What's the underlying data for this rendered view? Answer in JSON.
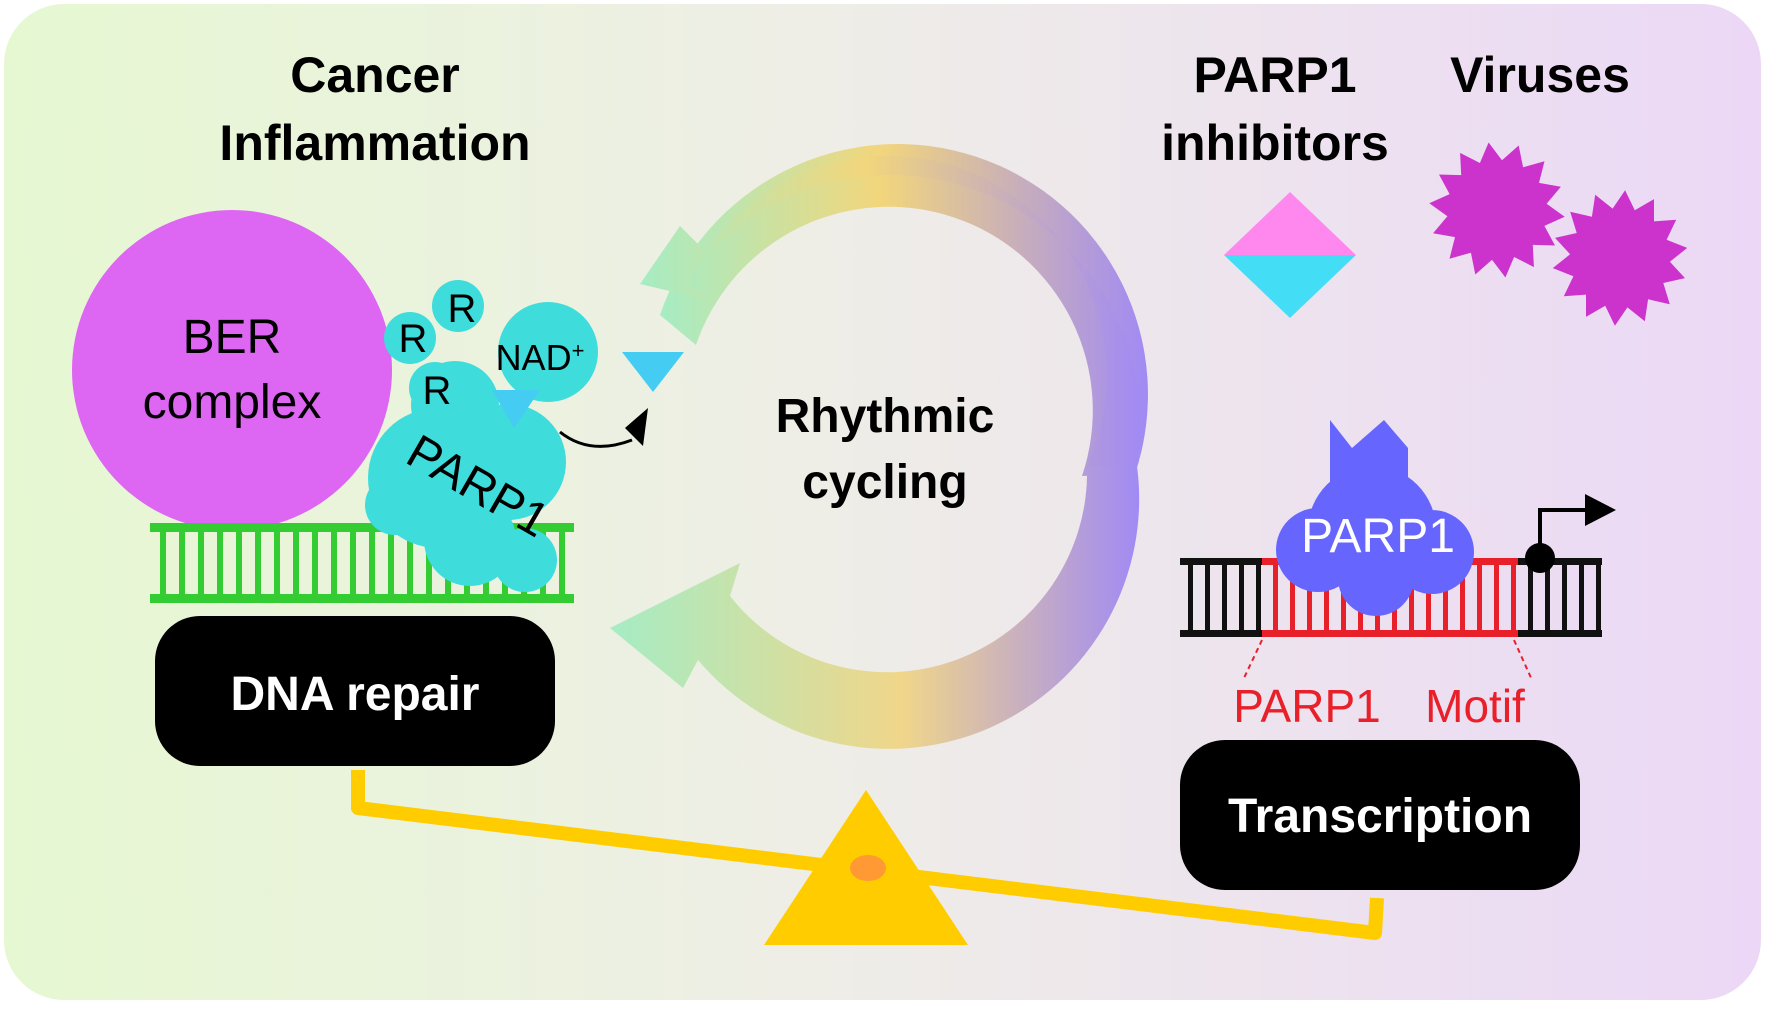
{
  "labels": {
    "cancer": "Cancer",
    "inflammation": "Inflammation",
    "parp1_inhibitors_line1": "PARP1",
    "parp1_inhibitors_line2": "inhibitors",
    "viruses": "Viruses",
    "ber_line1": "BER",
    "ber_line2": "complex",
    "r_top": "R",
    "r_mid": "R",
    "r_low": "R",
    "nad": "NAD",
    "nad_sup": "+",
    "parp1_repair": "PARP1",
    "rhythmic_line1": "Rhythmic",
    "rhythmic_line2": "cycling",
    "parp1_transcription": "PARP1",
    "motif_left": "PARP1",
    "motif_right": "Motif",
    "dna_repair": "DNA repair",
    "transcription": "Transcription"
  },
  "colors": {
    "background_left": "#ebf8d8",
    "background_right": "#eedcf5",
    "ber_complex": "#dd66f2",
    "parp1_cyan": "#3fdcdc",
    "nad_triangle": "#45ccf2",
    "dna_green": "#33cc33",
    "parp1_blue": "#6666ff",
    "motif_red": "#e8202a",
    "dna_black": "#111111",
    "virus_magenta": "#cc33cc",
    "inhibitor_pink": "#ff88ee",
    "inhibitor_cyan": "#44ddf6",
    "seesaw_yellow": "#ffcc00",
    "fulcrum_orange": "#ff9933",
    "cycle_green": "#a8ecc0",
    "cycle_yellow": "#f2d47a",
    "cycle_purple": "#a38af2"
  }
}
